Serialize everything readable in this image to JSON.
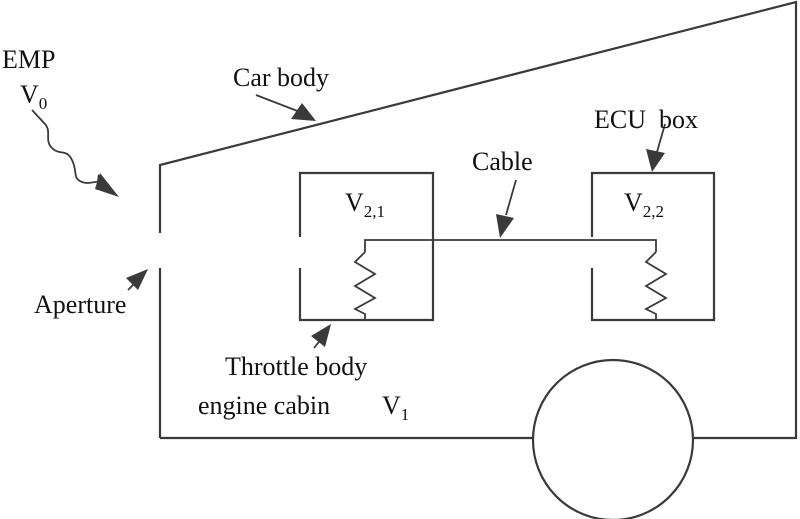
{
  "diagram": {
    "title": "",
    "labels": {
      "emp": "EMP",
      "v0_main": "V",
      "v0_sub": "0",
      "car_body": "Car body",
      "ecu_box": "ECU  box",
      "cable": "Cable",
      "v21_main": "V",
      "v21_sub": "2,1",
      "v22_main": "V",
      "v22_sub": "2,2",
      "aperture": "Aperture",
      "throttle_body": "Throttle body",
      "engine_cabin": "engine cabin",
      "v1_main": "V",
      "v1_sub": "1"
    },
    "components": [
      {
        "id": "car-body",
        "type": "enclosure",
        "label": "Car body"
      },
      {
        "id": "aperture",
        "type": "opening",
        "label": "Aperture"
      },
      {
        "id": "throttle-body-box",
        "type": "enclosure",
        "label": "Throttle body",
        "volume": "V2,1"
      },
      {
        "id": "ecu-box",
        "type": "enclosure",
        "label": "ECU box",
        "volume": "V2,2"
      },
      {
        "id": "cable",
        "type": "conductor",
        "label": "Cable"
      },
      {
        "id": "load-resistor-1",
        "type": "resistor"
      },
      {
        "id": "load-resistor-2",
        "type": "resistor"
      },
      {
        "id": "wheel",
        "type": "circle"
      },
      {
        "id": "emp-source",
        "type": "wave",
        "label": "EMP",
        "volume": "V0"
      }
    ],
    "colors": {
      "stroke": "#3a3a3a",
      "text": "#111111",
      "background": "#ffffff"
    }
  }
}
